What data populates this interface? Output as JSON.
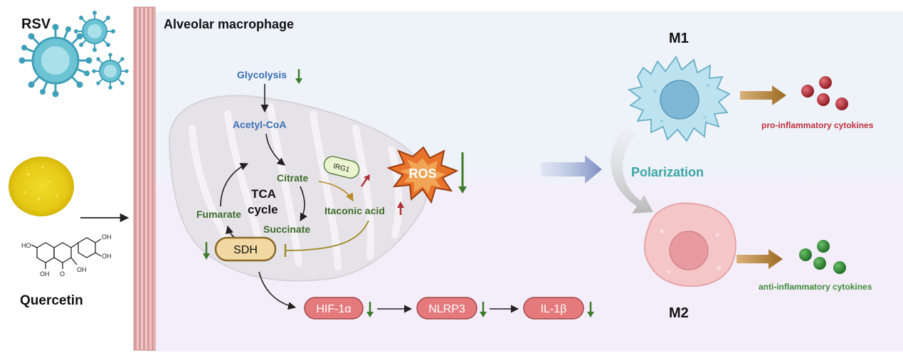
{
  "virus": {
    "label": "RSV"
  },
  "drug": {
    "label": "Quercetin",
    "structure": {
      "oh1": "OH",
      "oh2": "OH",
      "oh3": "HO",
      "oh4": "OH",
      "oh5": "OH",
      "ketone": "O"
    }
  },
  "cell": {
    "title": "Alveolar macrophage"
  },
  "metabolism": {
    "glycolysis": "Glycolysis",
    "acetyl_coa": "Acetyl-CoA",
    "citrate": "Citrate",
    "tca_line1": "TCA",
    "tca_line2": "cycle",
    "fumarate": "Fumarate",
    "succinate": "Succinate",
    "sdh": "SDH",
    "irg1": "IRG1",
    "itaconic_acid": "Itaconic acid",
    "ros": "ROS"
  },
  "signaling": {
    "hif": "HIF-1α",
    "nlrp3": "NLRP3",
    "il1b": "IL-1β"
  },
  "polarization": {
    "label": "Polarization",
    "m1_label": "M1",
    "m2_label": "M2",
    "pro_cytokines": "pro-inflammatory cytokines",
    "anti_cytokines": "anti-inflammatory cytokines"
  },
  "colors": {
    "metabolite_blue": "#3b6fb6",
    "metabolite_green": "#3f6b2a",
    "down_arrow_green": "#3d7a2a",
    "up_arrow_red": "#b0323a",
    "signal_box": "#e57a7c",
    "polarization_teal": "#3aa5a5",
    "pro_red": "#c0303a",
    "anti_green": "#3f8c3a",
    "m1_cell": "#bde3f0",
    "m2_cell": "#f5c6c8"
  }
}
